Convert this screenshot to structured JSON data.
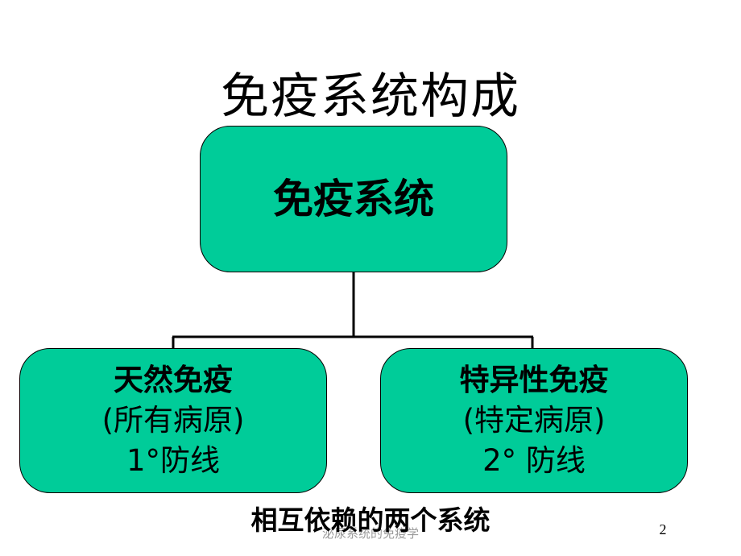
{
  "slide": {
    "title": "免疫系统构成",
    "caption": "相互依赖的两个系统",
    "watermark": "泌尿系统的免疫学",
    "page_number": "2"
  },
  "diagram": {
    "root": {
      "lines": [
        "免疫系统"
      ]
    },
    "children": [
      {
        "lines": [
          "天然免疫",
          "(所有病原)",
          "1°防线"
        ]
      },
      {
        "lines": [
          "特异性免疫",
          "(特定病原)",
          "2° 防线"
        ]
      }
    ]
  },
  "colors": {
    "node_fill": "#00cc99",
    "node_border": "#000000",
    "connector": "#000000"
  }
}
